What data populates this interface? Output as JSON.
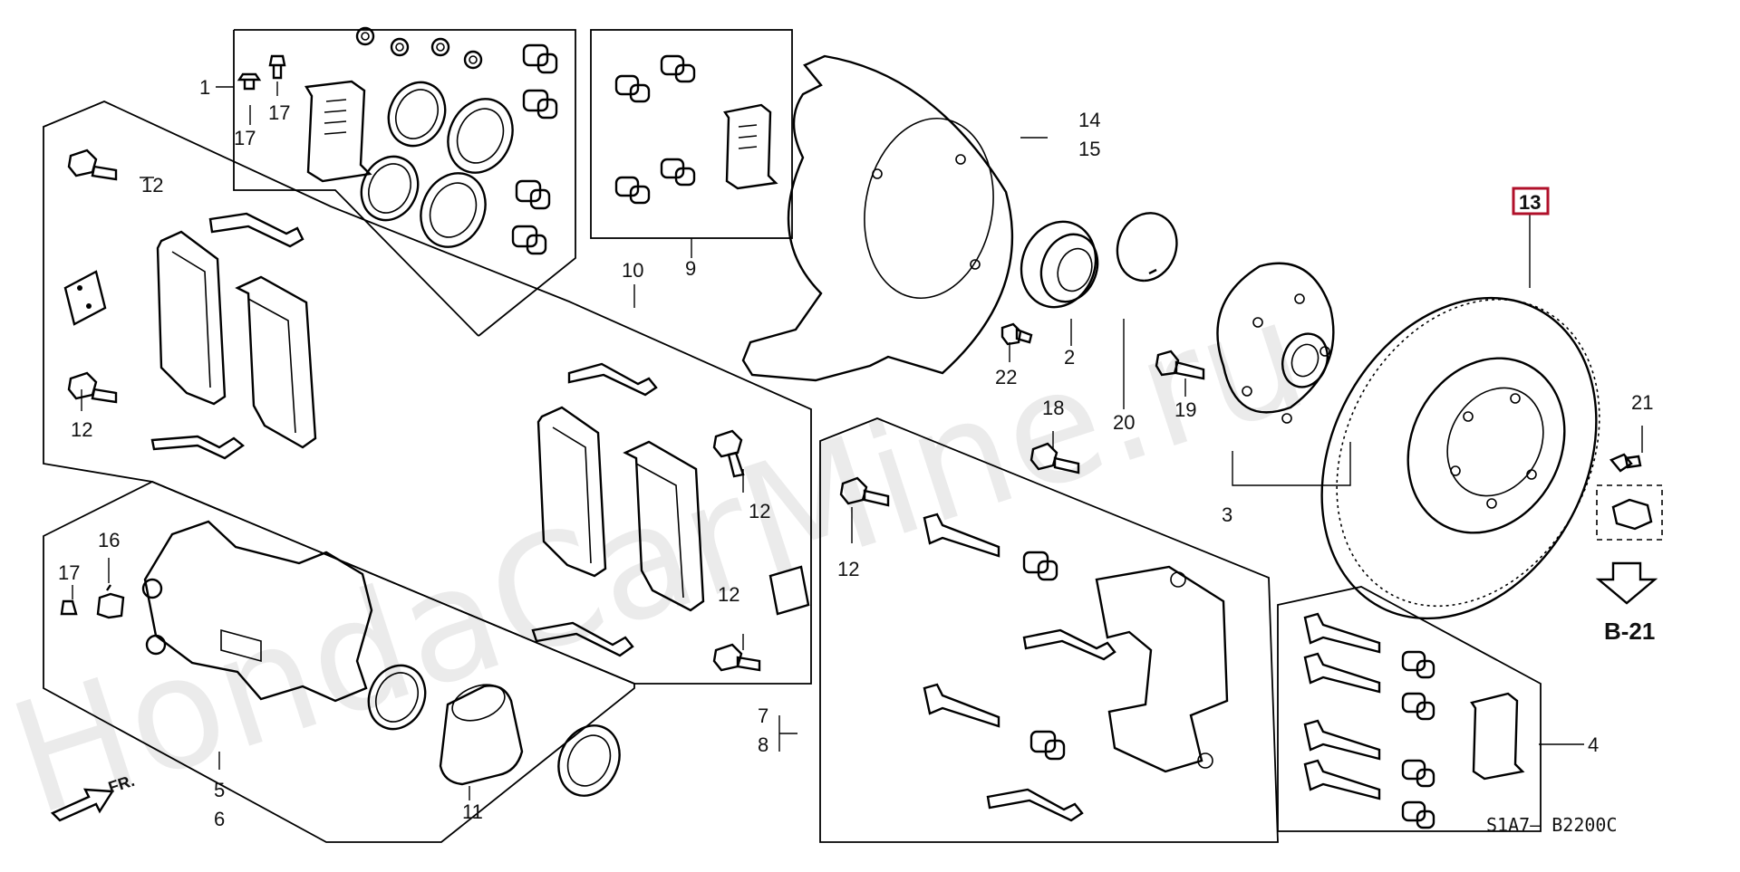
{
  "diagram": {
    "watermark": "HondaCarMine.ru",
    "catalog_code": "S1A7– B2200C",
    "reference_arrow_label": "B-21",
    "direction_label": "FR.",
    "highlighted_part": "13",
    "callouts": {
      "c1": "1",
      "c2": "2",
      "c3": "3",
      "c4": "4",
      "c5": "5",
      "c6": "6",
      "c7": "7",
      "c8": "8",
      "c9": "9",
      "c10": "10",
      "c11": "11",
      "c12a": "12",
      "c12b": "12",
      "c12c": "12",
      "c12d": "12",
      "c12e": "12",
      "c14": "14",
      "c15": "15",
      "c16": "16",
      "c17a": "17",
      "c17b": "17",
      "c17c": "17",
      "c18": "18",
      "c19": "19",
      "c20": "20",
      "c21": "21",
      "c22": "22"
    }
  }
}
